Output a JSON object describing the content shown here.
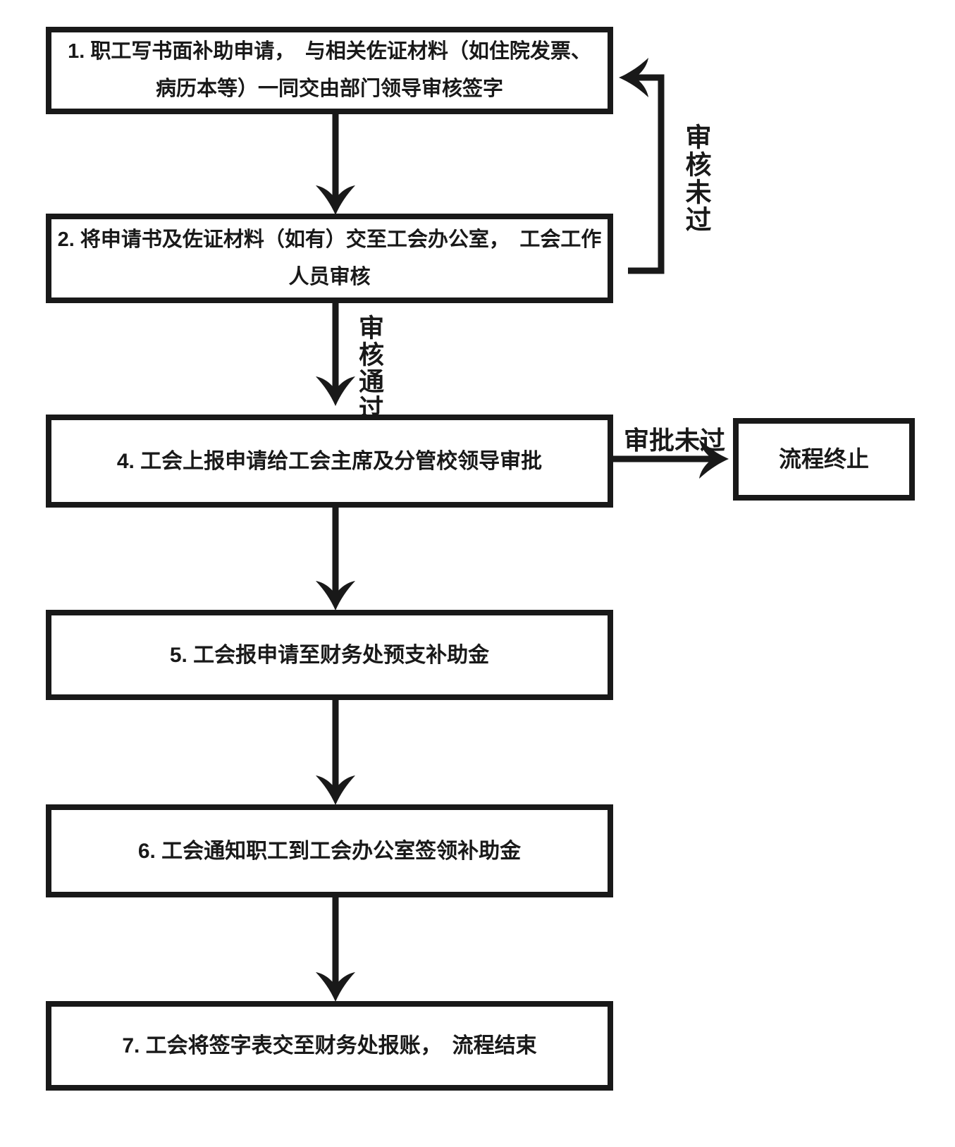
{
  "flowchart": {
    "steps": [
      {
        "key": "step1",
        "line1": "1. 职工写书面补助申请，　与相关佐证材料（如住院发票、",
        "line2": "病历本等）一同交由部门领导审核签字"
      },
      {
        "key": "step2",
        "line1": "2. 将申请书及佐证材料（如有）交至工会办公室，　工会工作",
        "line2": "人员审核"
      },
      {
        "key": "step4",
        "line1": "4. 工会上报申请给工会主席及分管校领导审批",
        "line2": ""
      },
      {
        "key": "step5",
        "line1": "5. 工会报申请至财务处预支补助金",
        "line2": ""
      },
      {
        "key": "step6",
        "line1": "6. 工会通知职工到工会办公室签领补助金",
        "line2": ""
      },
      {
        "key": "step7",
        "line1": "7. 工会将签字表交至财务处报账，　流程结束",
        "line2": ""
      }
    ],
    "terminal": {
      "label": "流程终止"
    },
    "edge_labels": {
      "review_failed": "审核未过",
      "review_passed": "审核通过",
      "approval_failed": "审批未过"
    },
    "colors": {
      "line": "#191919",
      "box_border": "#191919",
      "text": "#191919",
      "background": "#ffffff"
    }
  }
}
